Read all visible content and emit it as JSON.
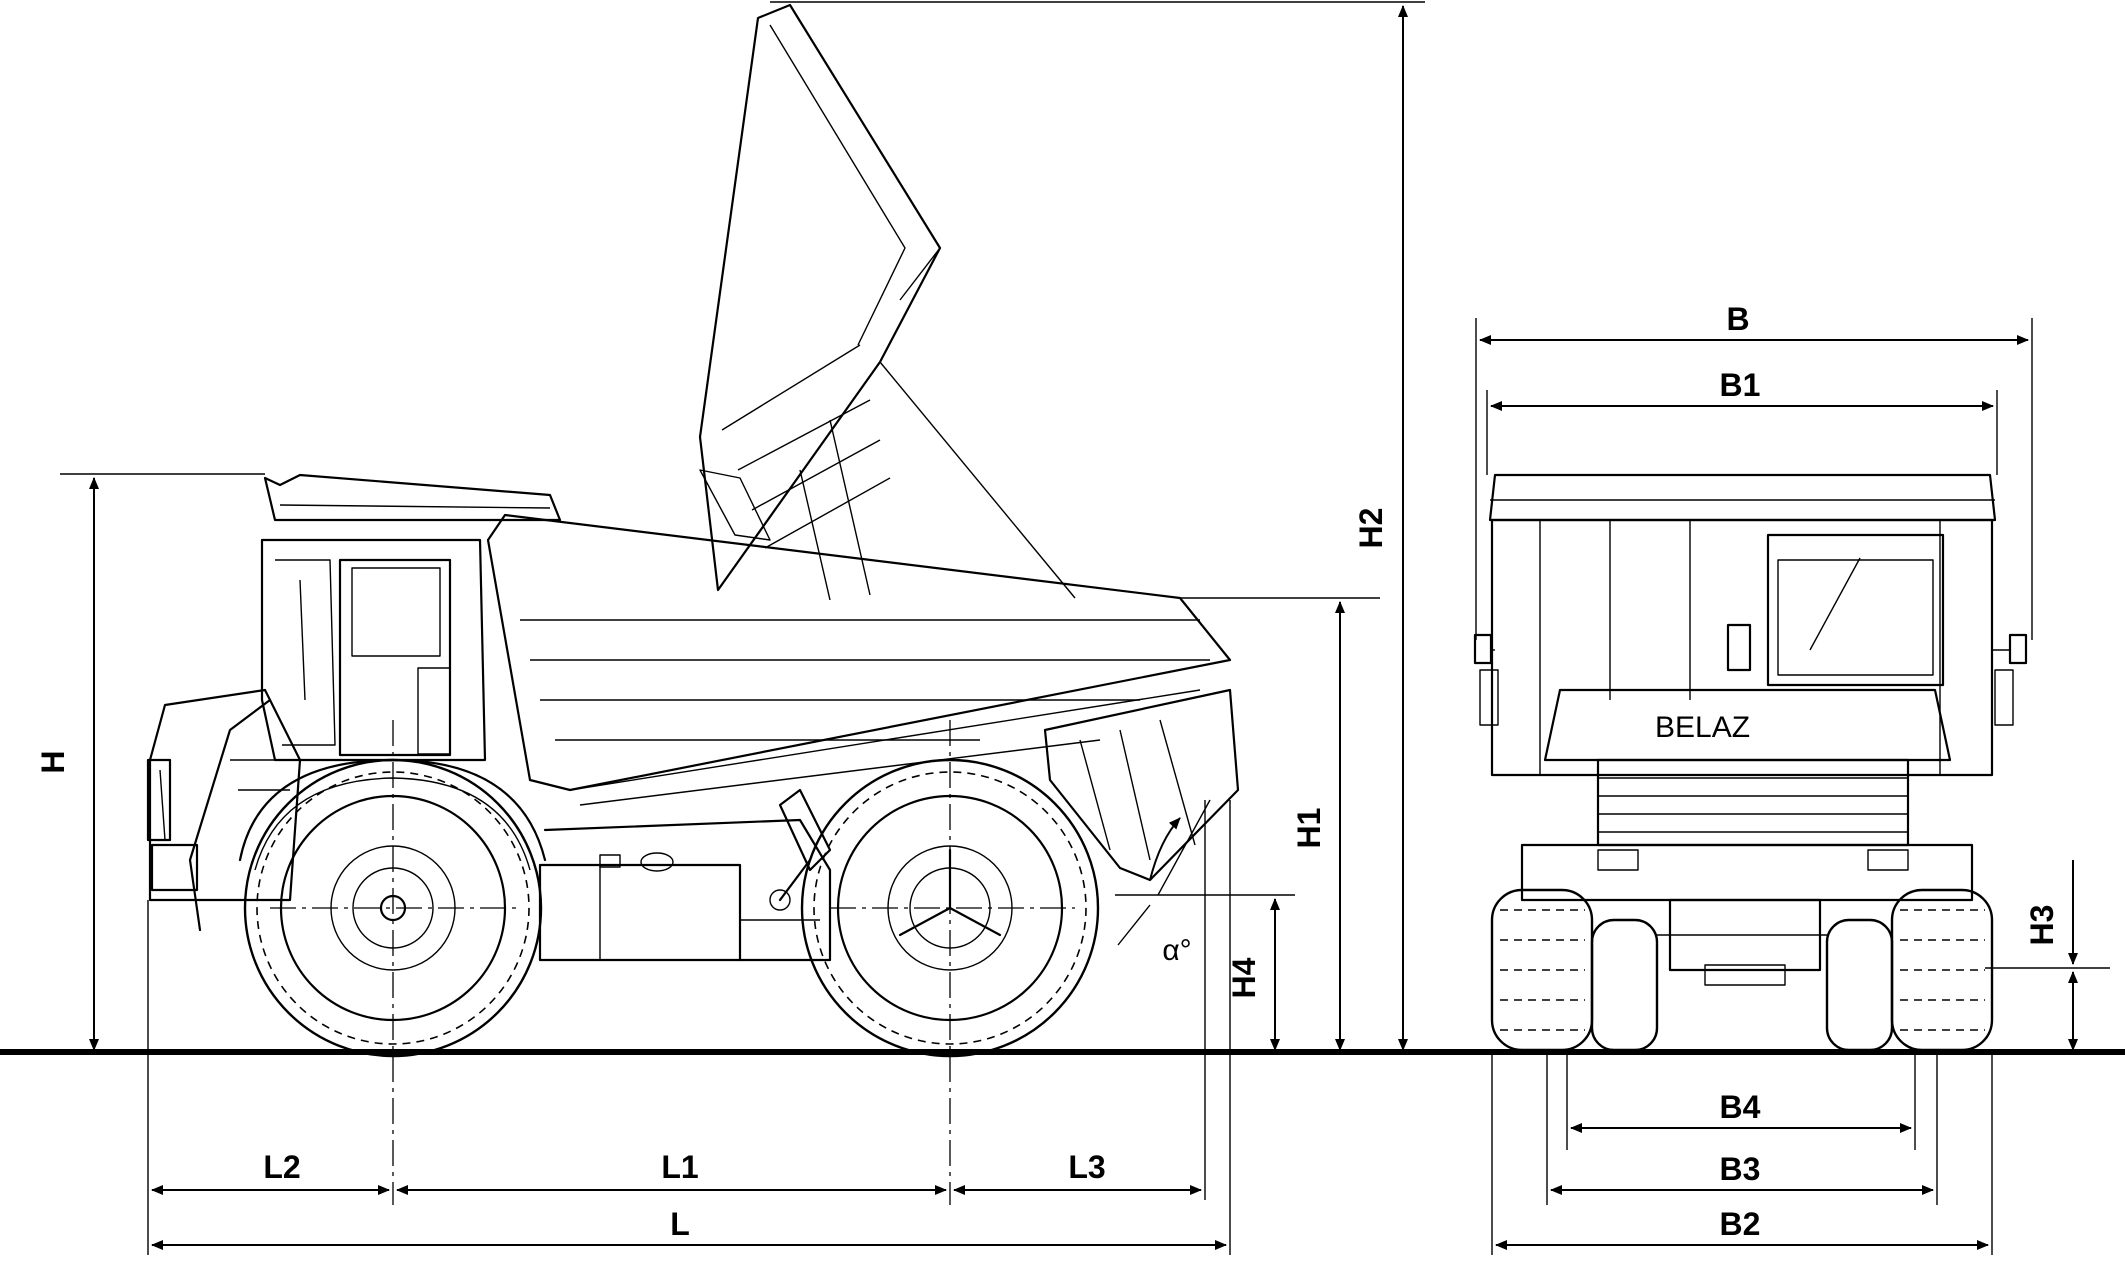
{
  "labels": {
    "H": "H",
    "H1": "H1",
    "H2": "H2",
    "H3": "H3",
    "H4": "H4",
    "L": "L",
    "L1": "L1",
    "L2": "L2",
    "L3": "L3",
    "B": "B",
    "B1": "B1",
    "B2": "B2",
    "B3": "B3",
    "B4": "B4",
    "alpha": "α°"
  }
}
